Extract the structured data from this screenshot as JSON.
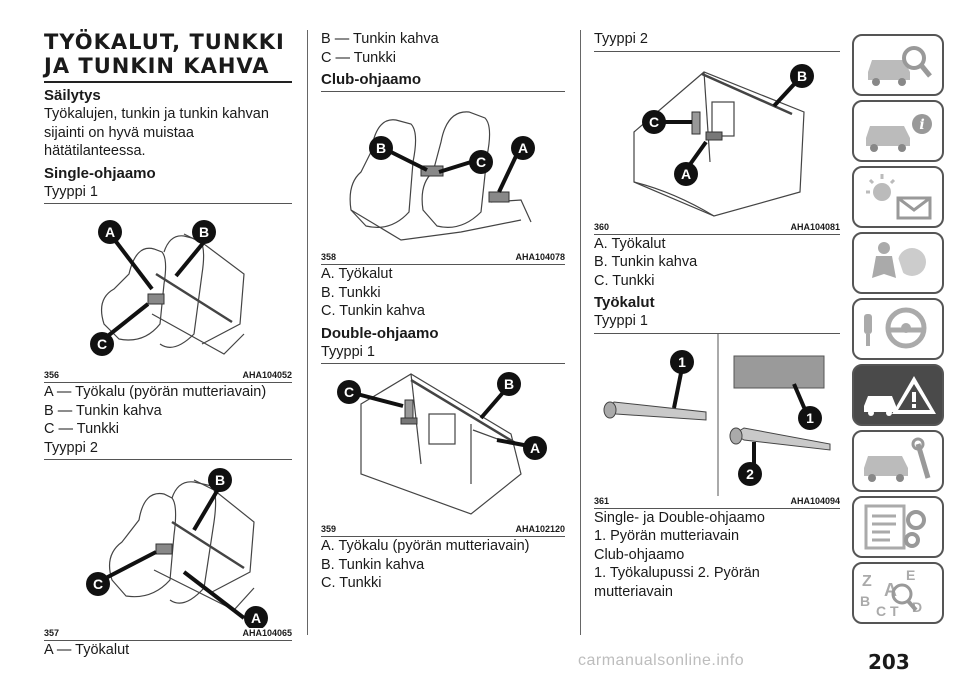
{
  "col1": {
    "title_line1": "TYÖKALUT, TUNKKI",
    "title_line2": "JA TUNKIN KAHVA",
    "h_storage": "Säilytys",
    "p_intro": "Työkalujen, tunkin ja tunkin kahvan sijainti on hyvä muistaa hätätilanteessa.",
    "h_single": "Single-ohjaamo",
    "type1": "Tyyppi 1",
    "fig356": {
      "num": "356",
      "code": "AHA104052",
      "labels": [
        "A",
        "B",
        "C"
      ]
    },
    "legend1": [
      "A — Työkalu (pyörän mutteriavain)",
      "B — Tunkin kahva",
      "C — Tunkki"
    ],
    "type2": "Tyyppi 2",
    "fig357": {
      "num": "357",
      "code": "AHA104065",
      "labels": [
        "B",
        "C",
        "A"
      ]
    },
    "legend2_a": "A — Työkalut"
  },
  "col2": {
    "legend_b": "B — Tunkin kahva",
    "legend_c": "C — Tunkki",
    "h_club": "Club-ohjaamo",
    "fig358": {
      "num": "358",
      "code": "AHA104078",
      "labels": [
        "B",
        "C",
        "A"
      ]
    },
    "legend3": [
      "A. Työkalut",
      "B. Tunkki",
      "C. Tunkin kahva"
    ],
    "h_double": "Double-ohjaamo",
    "type1": "Tyyppi 1",
    "fig359": {
      "num": "359",
      "code": "AHA102120",
      "labels": [
        "C",
        "B",
        "A"
      ]
    },
    "legend4": [
      "A. Työkalu (pyörän mutteriavain)",
      "B. Tunkin kahva",
      "C. Tunkki"
    ]
  },
  "col3": {
    "type2": "Tyyppi 2",
    "fig360": {
      "num": "360",
      "code": "AHA104081",
      "labels": [
        "C",
        "B",
        "A"
      ]
    },
    "legend5": [
      "A. Työkalut",
      "B. Tunkin kahva",
      "C. Tunkki"
    ],
    "h_tools": "Työkalut",
    "type1": "Tyyppi 1",
    "fig361": {
      "num": "361",
      "code": "AHA104094",
      "labels": [
        "1",
        "1",
        "2"
      ]
    },
    "p_single_double": "Single- ja Double-ohjaamo",
    "p_item1": "1. Pyörän mutteriavain",
    "p_club": "Club-ohjaamo",
    "p_club_items": "1. Työkalupussi 2. Pyörän mutteriavain"
  },
  "page_number": "203",
  "watermark": "carmanualsonline.info",
  "sidebar": {
    "icons": [
      "car-search-icon",
      "car-info-icon",
      "light-mail-icon",
      "airbag-icon",
      "steering-wheel-icon",
      "warning-triangle-icon",
      "car-wrench-icon",
      "list-gear-icon",
      "alphabet-index-icon"
    ],
    "index_letters": [
      "Z",
      "E",
      "A",
      "B",
      "C",
      "T",
      "D"
    ],
    "active_index": 5
  }
}
